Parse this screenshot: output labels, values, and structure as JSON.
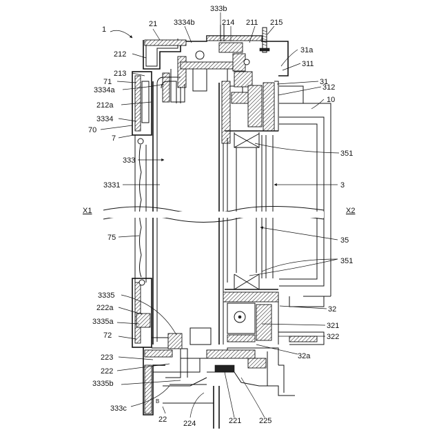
{
  "figure": {
    "labels": [
      {
        "id": "lbl-1",
        "text": "1"
      },
      {
        "id": "lbl-21",
        "text": "21"
      },
      {
        "id": "lbl-333b",
        "text": "333b"
      },
      {
        "id": "lbl-3334b",
        "text": "3334b"
      },
      {
        "id": "lbl-214",
        "text": "214"
      },
      {
        "id": "lbl-211",
        "text": "211"
      },
      {
        "id": "lbl-215",
        "text": "215"
      },
      {
        "id": "lbl-212",
        "text": "212"
      },
      {
        "id": "lbl-31a",
        "text": "31a"
      },
      {
        "id": "lbl-213",
        "text": "213"
      },
      {
        "id": "lbl-311",
        "text": "311"
      },
      {
        "id": "lbl-71",
        "text": "71"
      },
      {
        "id": "lbl-3334a",
        "text": "3334a"
      },
      {
        "id": "lbl-31",
        "text": "31"
      },
      {
        "id": "lbl-312",
        "text": "312"
      },
      {
        "id": "lbl-212a",
        "text": "212a"
      },
      {
        "id": "lbl-10",
        "text": "10"
      },
      {
        "id": "lbl-3334",
        "text": "3334"
      },
      {
        "id": "lbl-70",
        "text": "70"
      },
      {
        "id": "lbl-7",
        "text": "7"
      },
      {
        "id": "lbl-351-top",
        "text": "351"
      },
      {
        "id": "lbl-333",
        "text": "333"
      },
      {
        "id": "lbl-3",
        "text": "3"
      },
      {
        "id": "lbl-3331",
        "text": "3331"
      },
      {
        "id": "lbl-X1",
        "text": "X1"
      },
      {
        "id": "lbl-X2",
        "text": "X2"
      },
      {
        "id": "lbl-75",
        "text": "75"
      },
      {
        "id": "lbl-35",
        "text": "35"
      },
      {
        "id": "lbl-351-bot",
        "text": "351"
      },
      {
        "id": "lbl-3335",
        "text": "3335"
      },
      {
        "id": "lbl-222a",
        "text": "222a"
      },
      {
        "id": "lbl-32",
        "text": "32"
      },
      {
        "id": "lbl-3335a",
        "text": "3335a"
      },
      {
        "id": "lbl-321",
        "text": "321"
      },
      {
        "id": "lbl-72",
        "text": "72"
      },
      {
        "id": "lbl-322",
        "text": "322"
      },
      {
        "id": "lbl-32a",
        "text": "32a"
      },
      {
        "id": "lbl-223",
        "text": "223"
      },
      {
        "id": "lbl-222",
        "text": "222"
      },
      {
        "id": "lbl-3335b",
        "text": "3335b"
      },
      {
        "id": "lbl-333c",
        "text": "333c"
      },
      {
        "id": "lbl-22",
        "text": "22"
      },
      {
        "id": "lbl-224",
        "text": "224"
      },
      {
        "id": "lbl-221",
        "text": "221"
      },
      {
        "id": "lbl-225",
        "text": "225"
      }
    ]
  }
}
